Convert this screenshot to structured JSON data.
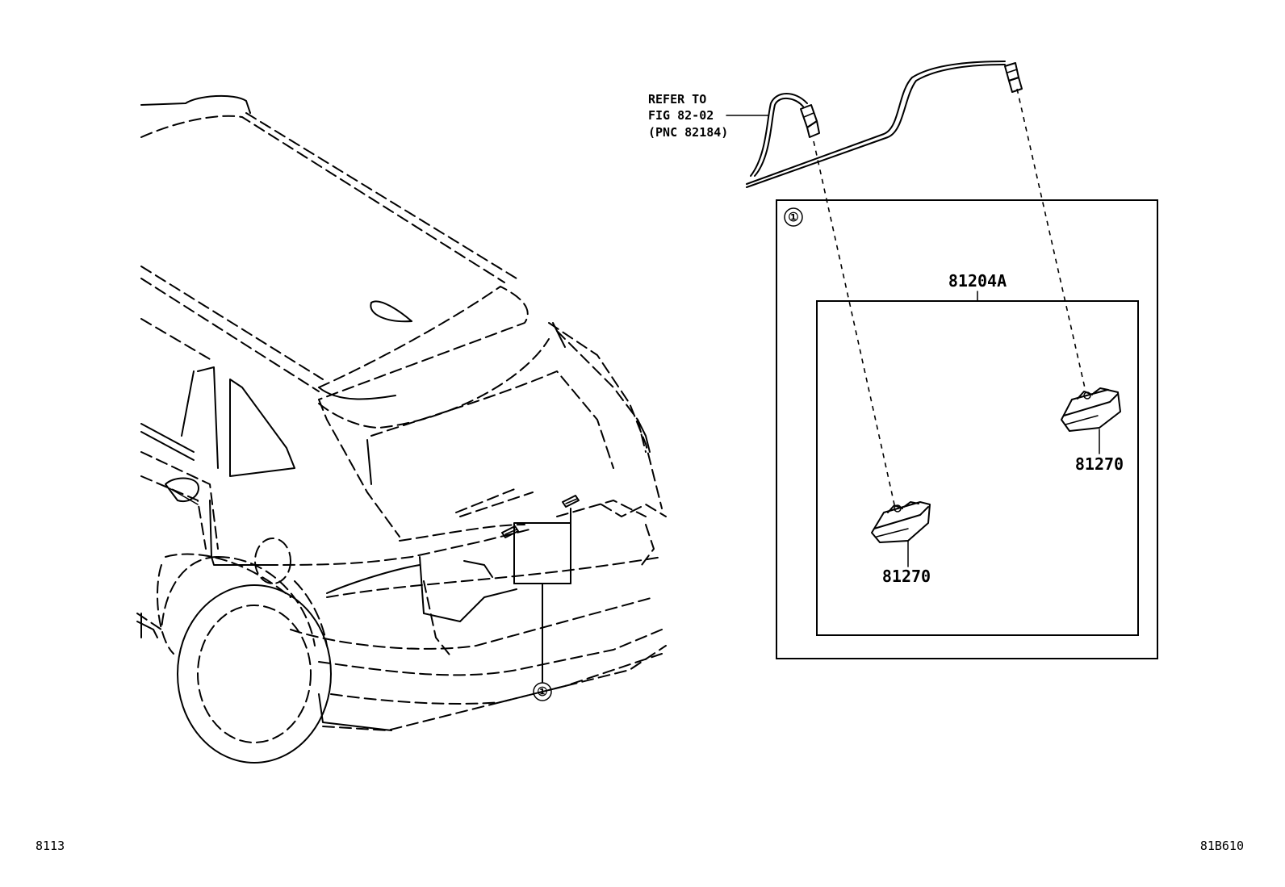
{
  "refer_note": {
    "line1": "REFER TO",
    "line2": "FIG 82-02",
    "line3": "(PNC 82184)"
  },
  "callout_marker": "①",
  "assembly_part_number": "81204A",
  "lamp_parts": [
    {
      "part_number": "81270"
    },
    {
      "part_number": "81270"
    }
  ],
  "footer": {
    "left_code": "8113",
    "right_code": "81B610"
  }
}
